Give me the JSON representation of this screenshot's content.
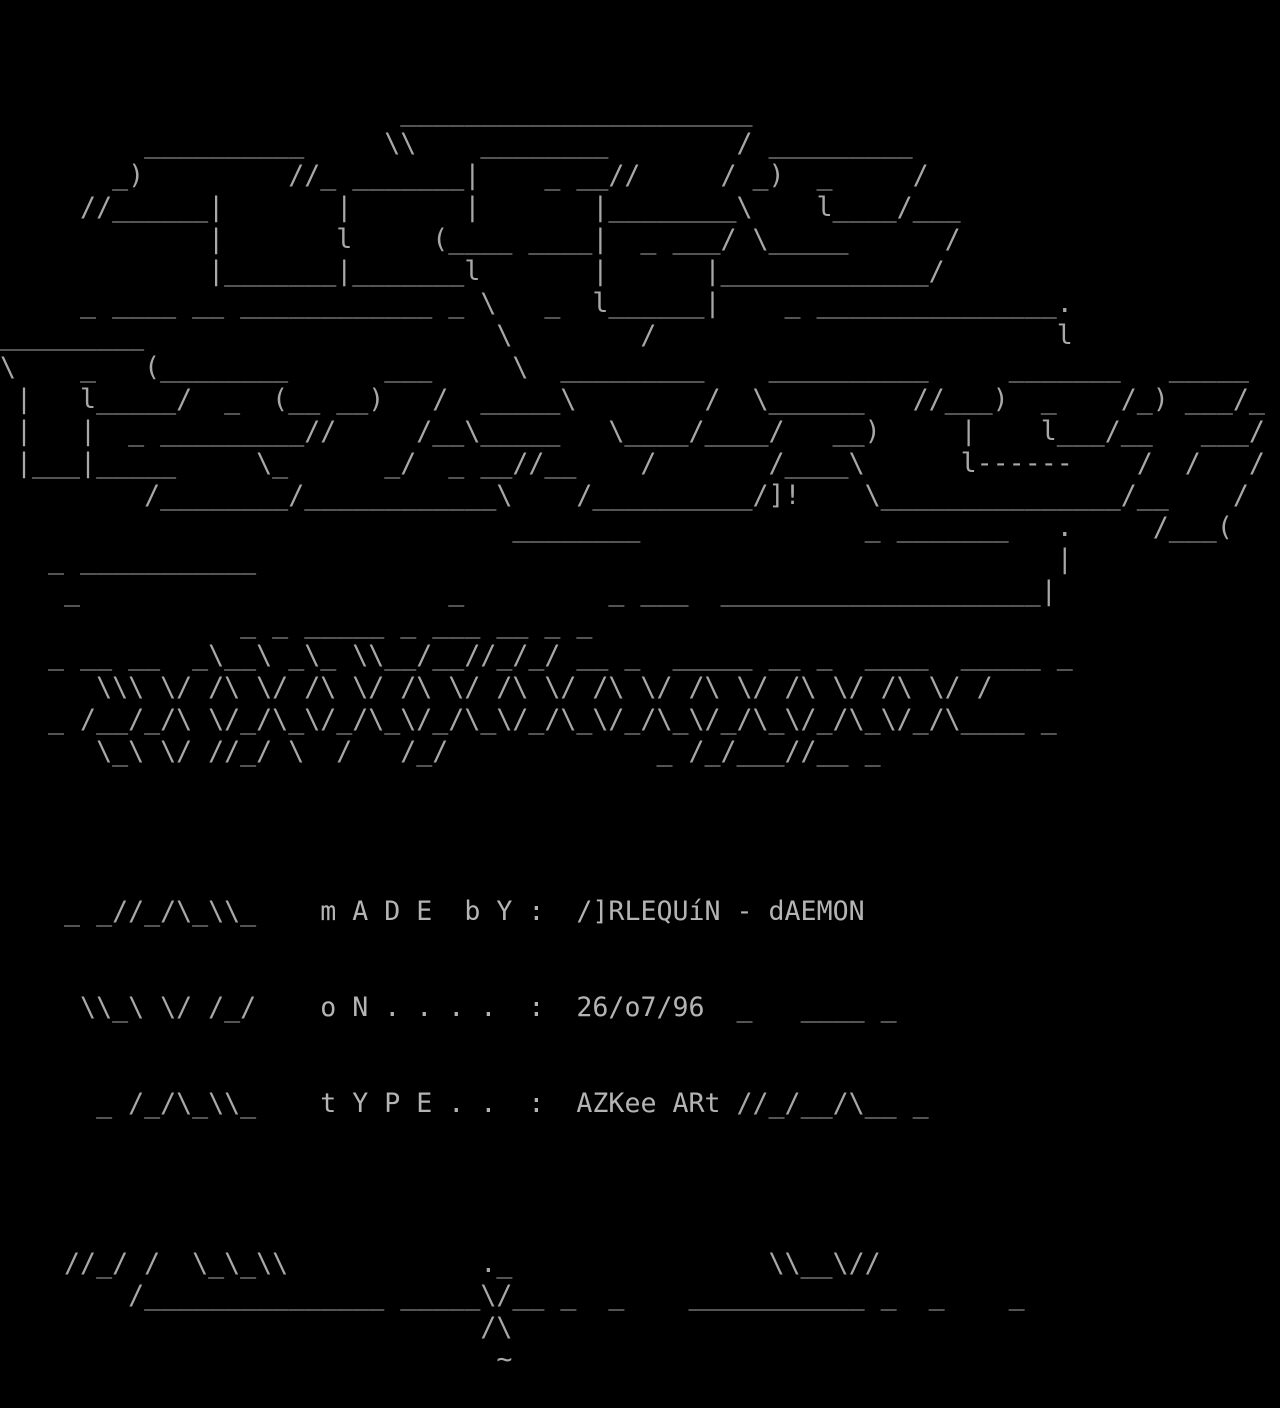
{
  "colors": {
    "background": "#000000",
    "text": "#a8a8a8"
  },
  "art_top": [
    "",
    "                         ______________________",
    "         __________     \\\\    ________        / _________",
    "       _)         //_ _______|    _ __//     / _)  _     /",
    "     //______|       |       |       |________\\    l____/___",
    "             |       l     (____ ____|  _ ___/ \\_____      /",
    "             |_______|_______l       |      |_____________/",
    "     _ ____ __ ____________ _ \\   _  l______|    _ _______________.",
    "_________                      \\        /                         l",
    "\\    _   (________      ___     \\  _________    __________     _______   _____",
    " |   l_____/  _  (__ __)   /  _____\\        /  \\______   //___)  _    /_) ___/_",
    " |   |  _ _________//     /__\\_____   \\____/____/   __)     |    l___/__   ___/",
    " |___|_____     \\_      _/  _ __//__    /       /____\\      l------    /  /   /",
    "         /________/____________\\    /__________/]!    \\_______________/__    /",
    "                                ________              _ _______   .     /___(",
    "   _ ___________                                                  |",
    "    _                       _         _ ___  ____________________|",
    "               _ _ _____ _ ___ __ _ _",
    "   _ __ __  _\\__\\ _\\_ \\\\__/__//_/_/ __ _  _____ __ _  ____  _____ _",
    "      \\\\\\ \\/ /\\ \\/ /\\ \\/ /\\ \\/ /\\ \\/ /\\ \\/ /\\ \\/ /\\ \\/ /\\ \\/ /",
    "   _ /__/_/\\ \\/_/\\_\\/_/\\_\\/_/\\_\\/_/\\_\\/_/\\_\\/_/\\_\\/_/\\_\\/_/\\____ _",
    "      \\_\\ \\/ //_/ \\  /   /_/             _ /_/___//__ _"
  ],
  "credits": [
    {
      "prefix": "    _ _//_/\\_\\\\_    ",
      "label": "m A D E  b Y :",
      "value": "/]RLEQUíN - dAEMON",
      "suffix": ""
    },
    {
      "prefix": "     \\\\_\\ \\/ /_/    ",
      "label": "o N . . . .  :",
      "value": "26/o7/96",
      "suffix": "  _   ____ _"
    },
    {
      "prefix": "      _ /_/\\_\\\\_    ",
      "label": "t Y P E . .  :",
      "value": "AZKee ARt",
      "suffix": " //_/__/\\__ _"
    }
  ],
  "art_bottom": [
    "    //_/ /  \\_\\_\\\\            ._                \\\\__\\//",
    "        /_______________ _____\\/__ _  _    ___________ _  _    _",
    "                              /\\",
    "                               ~"
  ]
}
